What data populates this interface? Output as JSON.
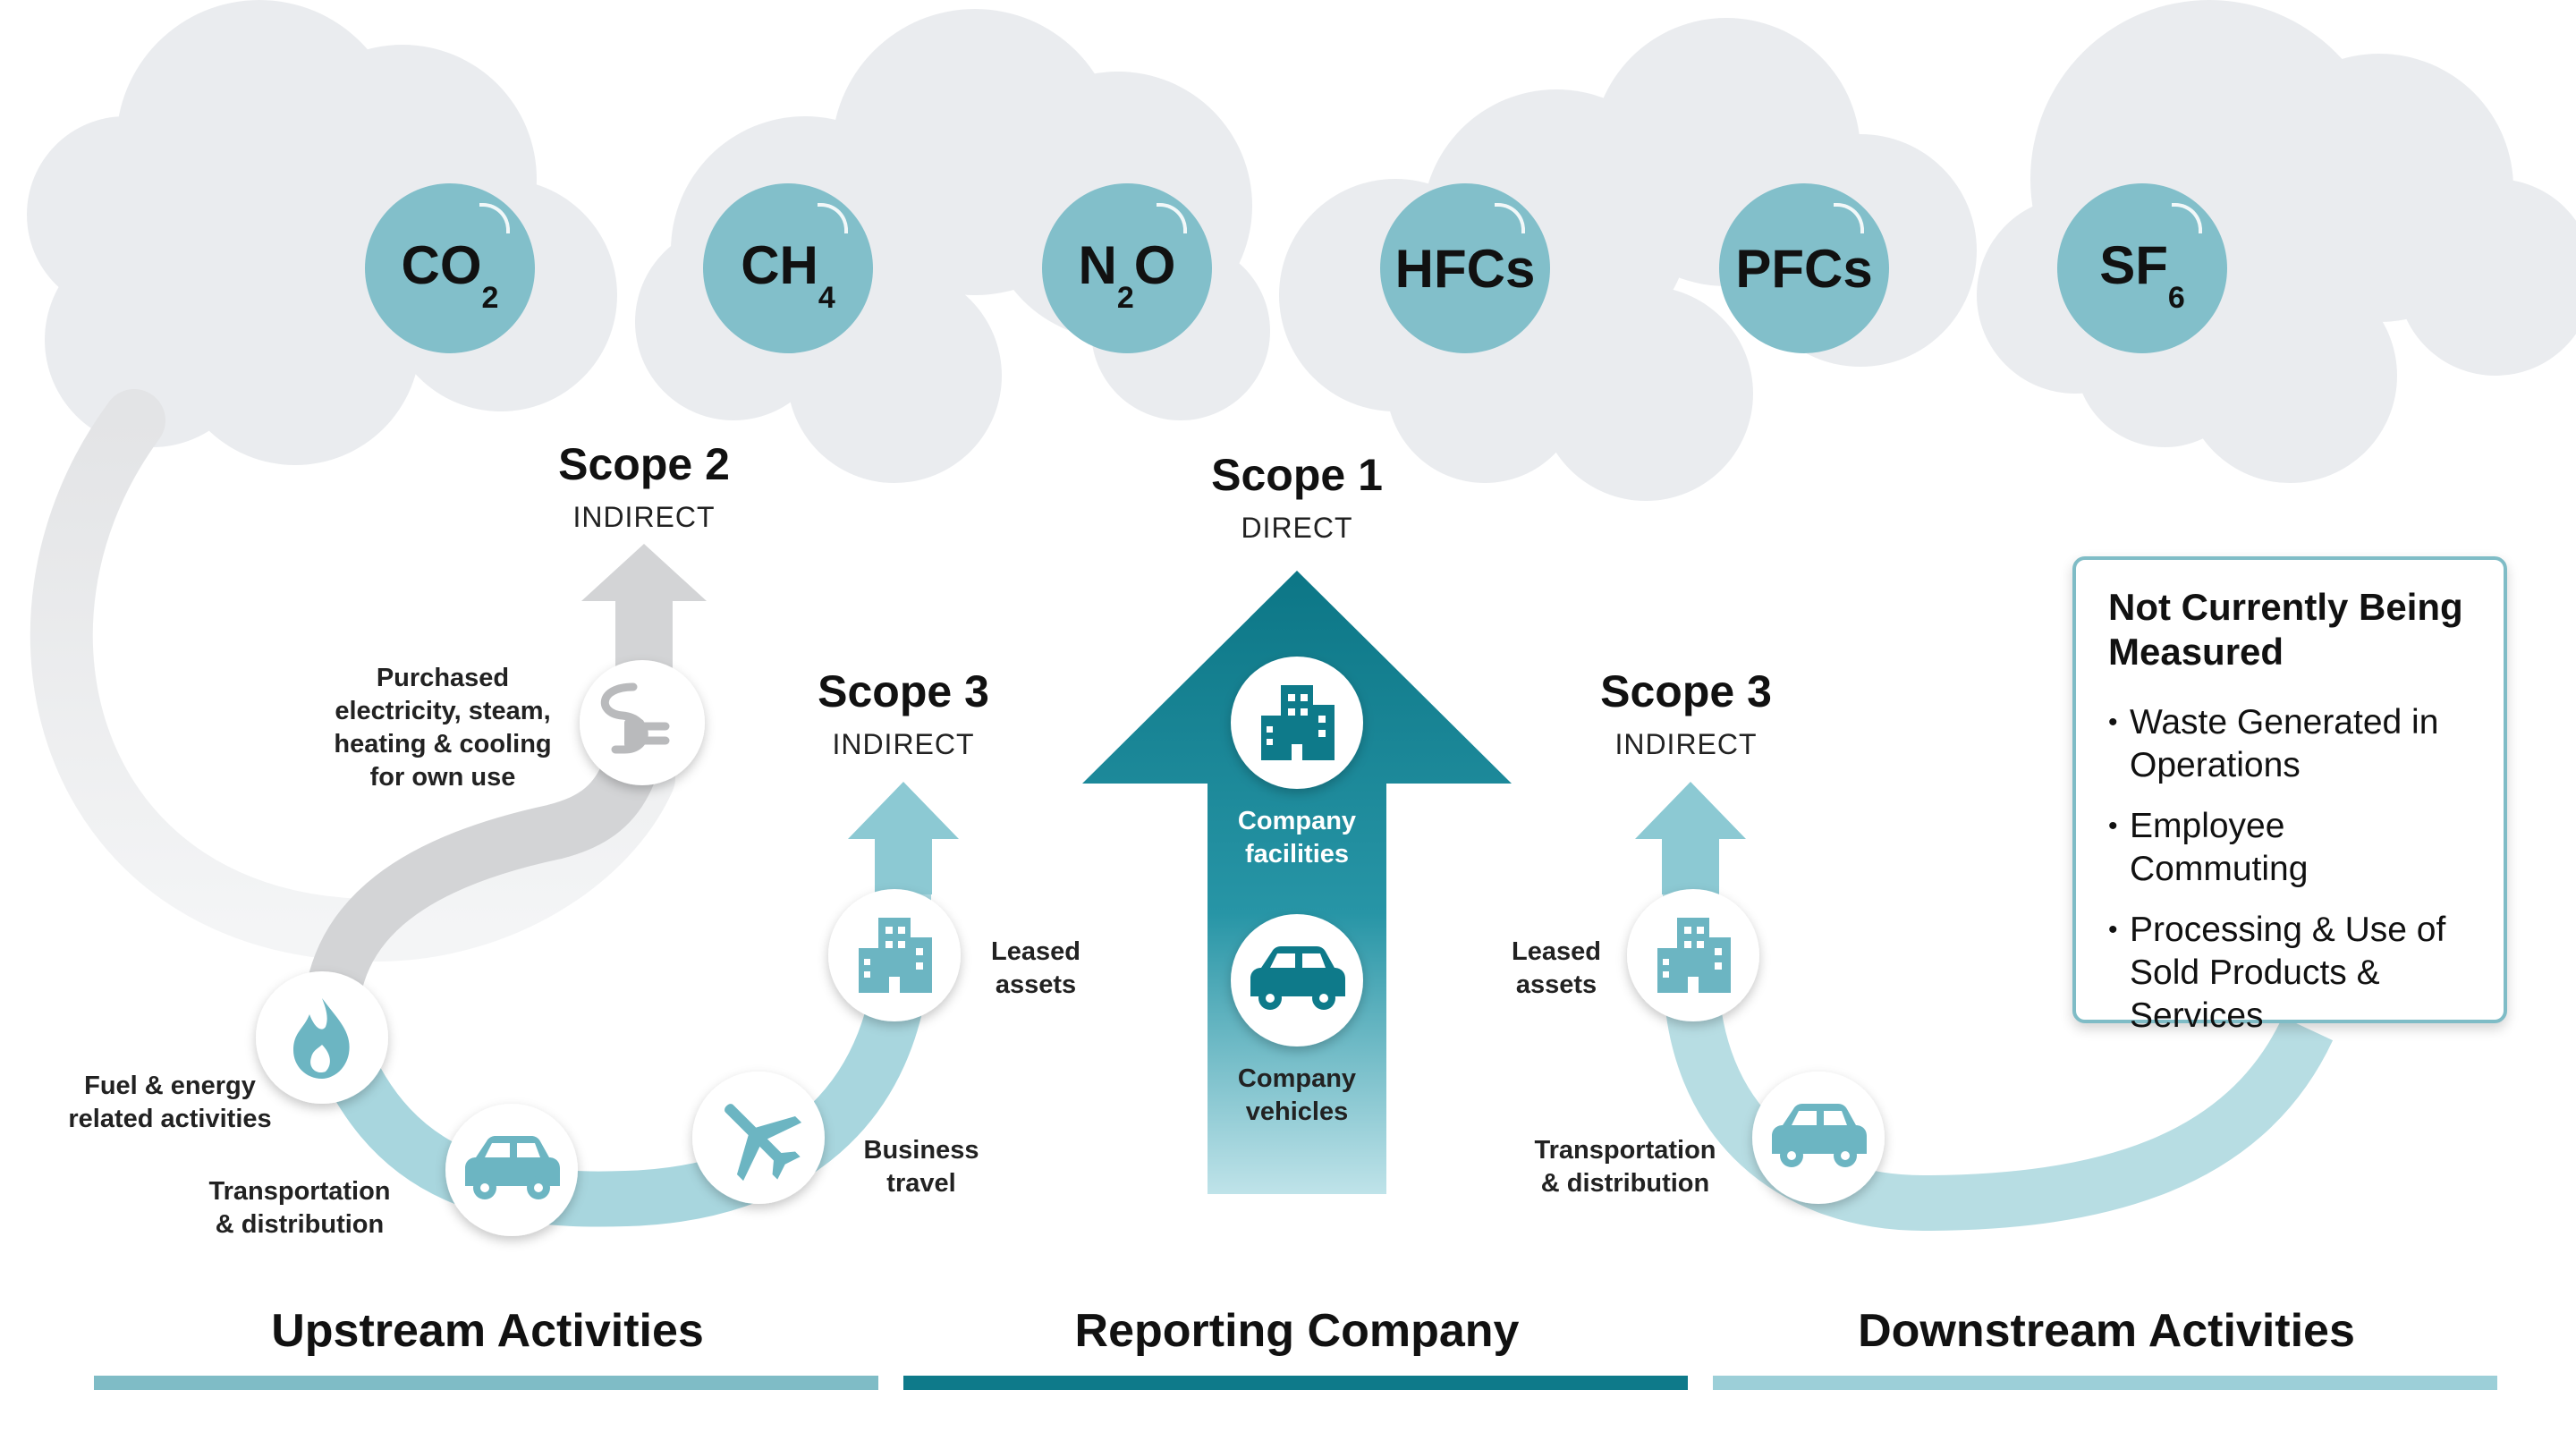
{
  "gases": [
    {
      "main": "CO",
      "sub": "2",
      "icon": "co2-icon"
    },
    {
      "main": "CH",
      "sub": "4",
      "icon": "ch4-icon"
    },
    {
      "main": "N",
      "sub": "2",
      "tail": "O",
      "icon": "n2o-icon"
    },
    {
      "main": "HFCs",
      "sub": "",
      "icon": "hfcs-icon"
    },
    {
      "main": "PFCs",
      "sub": "",
      "icon": "pfcs-icon"
    },
    {
      "main": "SF",
      "sub": "6",
      "icon": "sf6-icon"
    }
  ],
  "scopes": {
    "scope2": {
      "title": "Scope 2",
      "subtitle": "INDIRECT"
    },
    "scope1": {
      "title": "Scope 1",
      "subtitle": "DIRECT"
    },
    "scope3_up": {
      "title": "Scope 3",
      "subtitle": "INDIRECT"
    },
    "scope3_down": {
      "title": "Scope 3",
      "subtitle": "INDIRECT"
    }
  },
  "activities": {
    "purchased": "Purchased\nelectricity, steam,\nheating & cooling\nfor own use",
    "fuel": "Fuel & energy\nrelated activities",
    "transport_up": "Transportation\n& distribution",
    "business_travel": "Business\ntravel",
    "leased_up": "Leased\nassets",
    "company_facilities": "Company\nfacilities",
    "company_vehicles": "Company\nvehicles",
    "leased_down": "Leased\nassets",
    "transport_down": "Transportation\n& distribution"
  },
  "not_measured": {
    "title": "Not Currently Being Measured",
    "items": [
      "Waste Generated in Operations",
      "Employee Commuting",
      "Processing & Use of Sold Products & Services"
    ]
  },
  "sections": {
    "upstream": "Upstream Activities",
    "reporting": "Reporting Company",
    "downstream": "Downstream Activities"
  },
  "colors": {
    "gas_circle": "#82bfca",
    "cloud": "#eaecef",
    "teal_dark": "#0e7a8a",
    "teal_light": "#9dd0d9",
    "grey_arrow": "#d6d7d9",
    "upstream_bar": "#7fbcc6",
    "reporting_bar": "#0e7a8a",
    "downstream_bar": "#9ccfd8"
  }
}
